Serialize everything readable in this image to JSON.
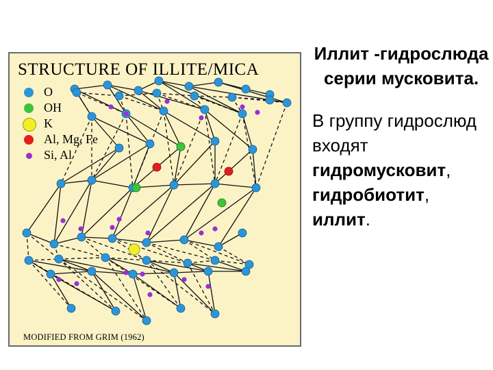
{
  "figure": {
    "title": "STRUCTURE  OF  ILLITE/MICA",
    "legend": [
      {
        "label": "O",
        "color": "#2b95d8",
        "icon": "o-atom-blue-circle"
      },
      {
        "label": "OH",
        "color": "#3cc43c",
        "icon": "oh-group-green-circle"
      },
      {
        "label": "K",
        "color": "#f2ef2a",
        "icon": "k-atom-yellow-circle"
      },
      {
        "label": "Al, Mg, Fe",
        "color": "#e21e1e",
        "icon": "al-mg-fe-red-circle"
      },
      {
        "label": "Si, Al",
        "color": "#9a2fd6",
        "icon": "si-al-purple-dot"
      }
    ],
    "caption": "MODIFIED FROM GRIM (1962)"
  },
  "slide": {
    "heading": "Иллит -гидрослюда серии мусковита.",
    "body_intro": "В группу гидрослюд входят",
    "body_bold_1": "гидромусковит",
    "body_sep_1": ", ",
    "body_bold_2": "гидробиотит",
    "body_sep_2": ", ",
    "body_bold_3": "иллит",
    "body_end": "."
  }
}
